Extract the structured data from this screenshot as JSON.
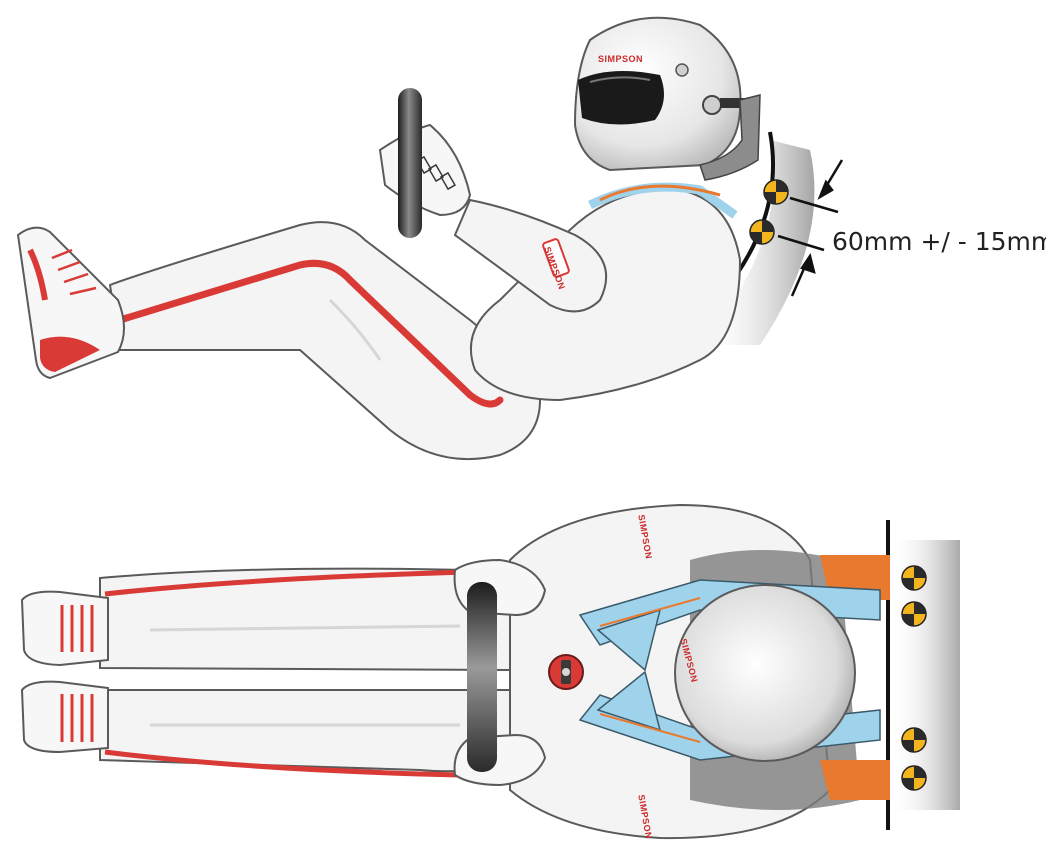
{
  "figure": {
    "dimension_label": "60mm +/ - 15mm",
    "brand_text": "SIMPSON",
    "views": [
      "side-view",
      "top-view"
    ],
    "colors": {
      "suit": "#f4f4f4",
      "suit_shadow": "#d6d6d6",
      "stripe": "#d93a36",
      "outline": "#5a5a5a",
      "seat": "#8f8f8f",
      "belt_blue": "#9fd3ec",
      "belt_orange": "#e9792f",
      "marker_yellow": "#f2b51d",
      "marker_dark": "#2a2a2a"
    },
    "icons": [
      "crash-test-target-icon",
      "dimension-arrow-icon",
      "steering-wheel",
      "helmet",
      "hans-device"
    ]
  }
}
